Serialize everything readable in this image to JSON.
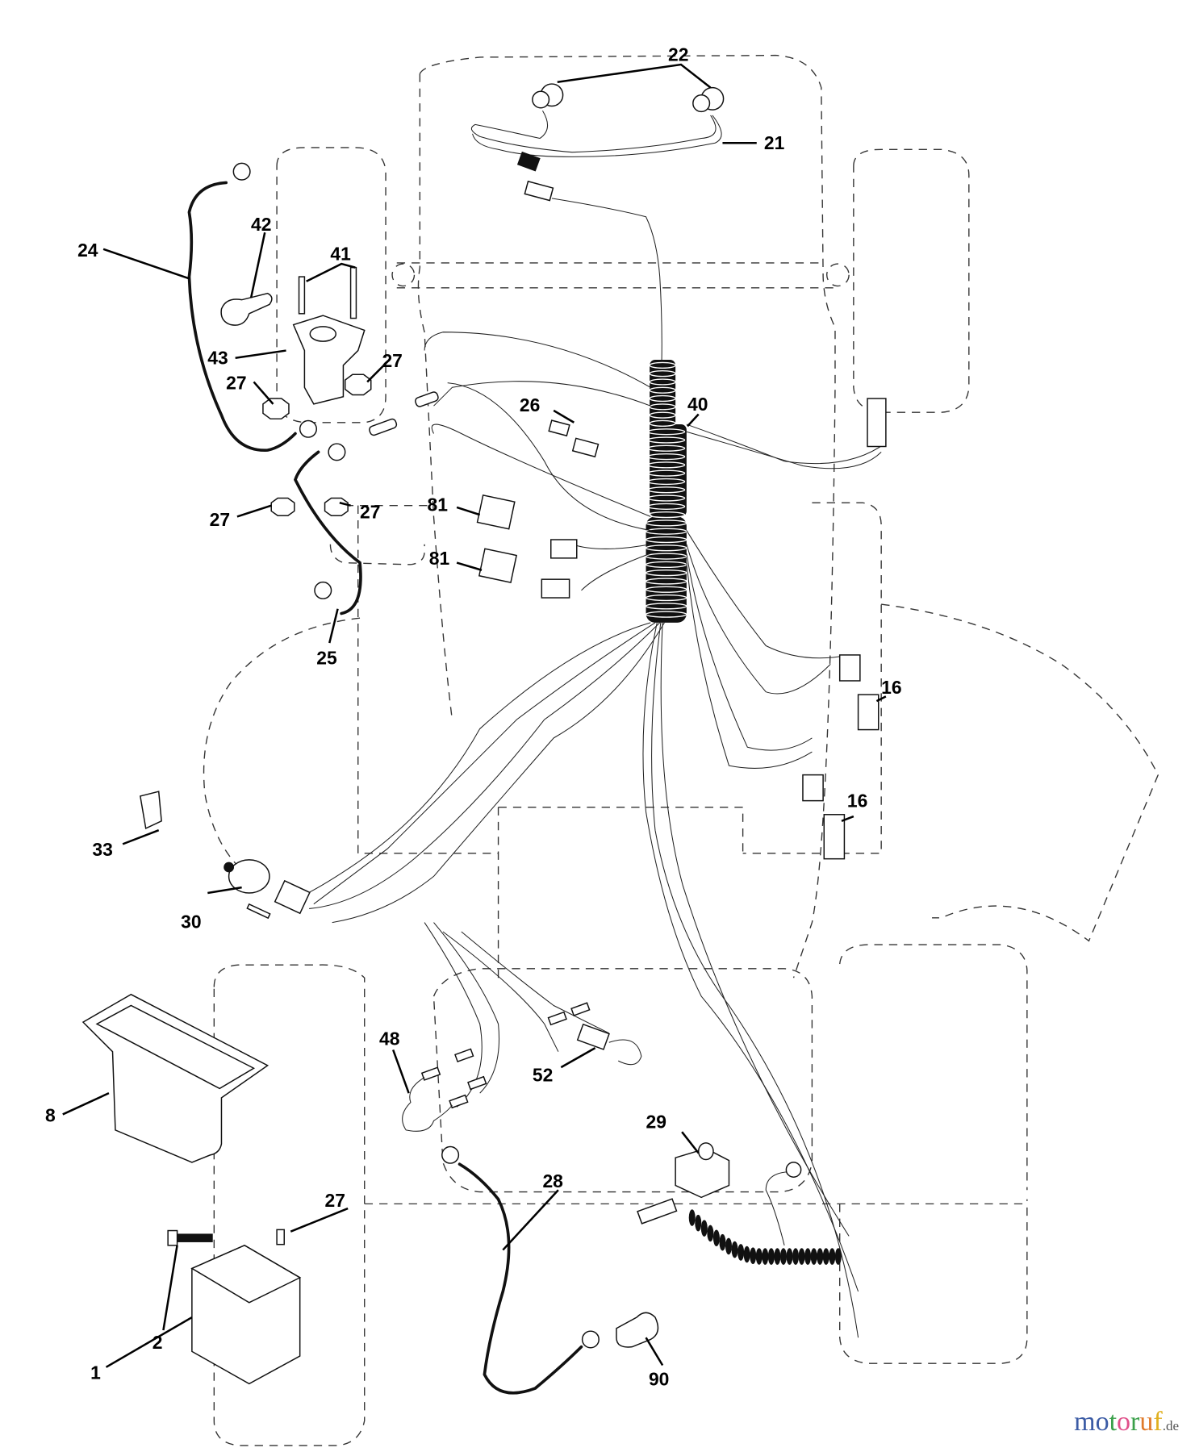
{
  "diagram": {
    "type": "wiring-harness-exploded-parts-diagram",
    "callouts": [
      {
        "id": "c22",
        "label": "22",
        "part": "headlight-bulbs"
      },
      {
        "id": "c21",
        "label": "21",
        "part": "headlight-harness"
      },
      {
        "id": "c24",
        "label": "24",
        "part": "battery-cable"
      },
      {
        "id": "c42",
        "label": "42",
        "part": "terminal-boot"
      },
      {
        "id": "c41",
        "label": "41",
        "part": "bolts"
      },
      {
        "id": "c43",
        "label": "43",
        "part": "solenoid"
      },
      {
        "id": "c27a",
        "label": "27",
        "part": "nut"
      },
      {
        "id": "c27b",
        "label": "27",
        "part": "nut"
      },
      {
        "id": "c27c",
        "label": "27",
        "part": "nut"
      },
      {
        "id": "c27d",
        "label": "27",
        "part": "nut"
      },
      {
        "id": "c27e",
        "label": "27",
        "part": "nut"
      },
      {
        "id": "c26",
        "label": "26",
        "part": "fuse"
      },
      {
        "id": "c40",
        "label": "40",
        "part": "wire-loom"
      },
      {
        "id": "c81a",
        "label": "81",
        "part": "relay"
      },
      {
        "id": "c81b",
        "label": "81",
        "part": "relay"
      },
      {
        "id": "c25",
        "label": "25",
        "part": "ground-cable"
      },
      {
        "id": "c16a",
        "label": "16",
        "part": "switch"
      },
      {
        "id": "c16b",
        "label": "16",
        "part": "switch"
      },
      {
        "id": "c33",
        "label": "33",
        "part": "key"
      },
      {
        "id": "c30",
        "label": "30",
        "part": "ignition-switch"
      },
      {
        "id": "c48",
        "label": "48",
        "part": "harness-lead"
      },
      {
        "id": "c52",
        "label": "52",
        "part": "connector-lead"
      },
      {
        "id": "c8",
        "label": "8",
        "part": "battery-box"
      },
      {
        "id": "c29",
        "label": "29",
        "part": "seat-switch"
      },
      {
        "id": "c28",
        "label": "28",
        "part": "battery-cable-negative"
      },
      {
        "id": "c2",
        "label": "2",
        "part": "bolt"
      },
      {
        "id": "c1",
        "label": "1",
        "part": "battery"
      },
      {
        "id": "c90",
        "label": "90",
        "part": "terminal-boot"
      }
    ]
  },
  "watermark": {
    "letters": [
      "m",
      "o",
      "t",
      "o",
      "r",
      "u",
      "f"
    ],
    "colors": [
      "#3b5ba5",
      "#3b5ba5",
      "#3aa04a",
      "#e0508a",
      "#3aa04a",
      "#e07a2a",
      "#e0b020"
    ],
    "tld": ".de"
  },
  "labels": {
    "c22": "22",
    "c21": "21",
    "c24": "24",
    "c42": "42",
    "c41": "41",
    "c43": "43",
    "c27a": "27",
    "c27b": "27",
    "c27c": "27",
    "c27d": "27",
    "c27e": "27",
    "c26": "26",
    "c40": "40",
    "c81a": "81",
    "c81b": "81",
    "c25": "25",
    "c16a": "16",
    "c16b": "16",
    "c33": "33",
    "c30": "30",
    "c48": "48",
    "c52": "52",
    "c8": "8",
    "c29": "29",
    "c28": "28",
    "c2": "2",
    "c1": "1",
    "c90": "90"
  }
}
